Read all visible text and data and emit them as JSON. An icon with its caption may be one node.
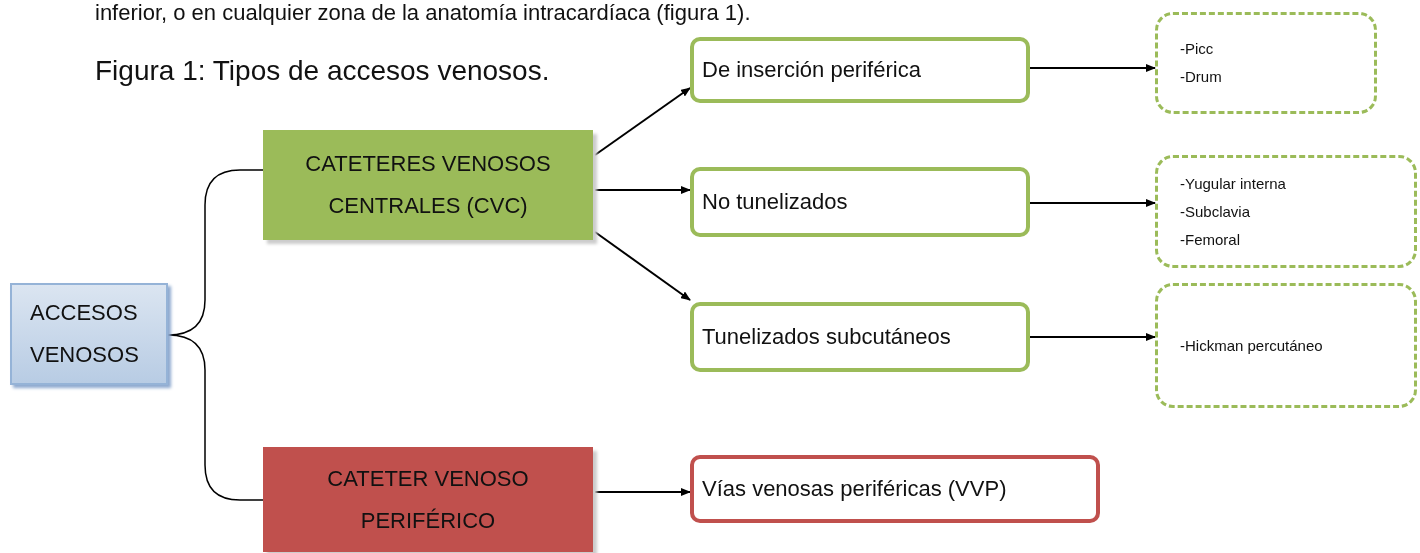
{
  "diagram": {
    "title": "Figura 1: Tipos de accesos venosos.",
    "nodes": [
      {
        "text": [
          "ACCESOS VENOSOS"
        ]
      },
      {
        "text": [
          "CATETERES VENOSOS CENTRALES (CVC)"
        ]
      },
      {
        "text": [
          "CATETER VENOSO PERIFÉRICO"
        ]
      },
      {
        "text": [
          "De inserción periférica"
        ]
      },
      {
        "text": [
          "No tunelizados"
        ]
      },
      {
        "text": [
          "Tunelizados subcutáneos"
        ]
      },
      {
        "text": [
          "Vías venosas periféricas (VVP)"
        ]
      },
      {
        "text": [
          "-Picc",
          "-Drum"
        ]
      },
      {
        "text": [
          "-Yugular interna",
          "-Subclavia",
          "-Femoral"
        ]
      },
      {
        "text": [
          "-Hickman percutáneo"
        ]
      }
    ],
    "edges": [
      {
        "from": 0,
        "to": 1,
        "arrow": "none"
      },
      {
        "from": 0,
        "to": 2,
        "arrow": "none"
      },
      {
        "from": 1,
        "to": 3,
        "arrow": "to"
      },
      {
        "from": 1,
        "to": 4,
        "arrow": "to"
      },
      {
        "from": 1,
        "to": 5,
        "arrow": "to"
      },
      {
        "from": 2,
        "to": 6,
        "arrow": "to"
      },
      {
        "from": 3,
        "to": 7,
        "arrow": "to"
      },
      {
        "from": 4,
        "to": 8,
        "arrow": "to"
      },
      {
        "from": 5,
        "to": 9,
        "arrow": "to"
      }
    ],
    "labels": [
      "inferior, o en cualquier zona de la anatomía intracardíaca (figura 1)."
    ]
  }
}
